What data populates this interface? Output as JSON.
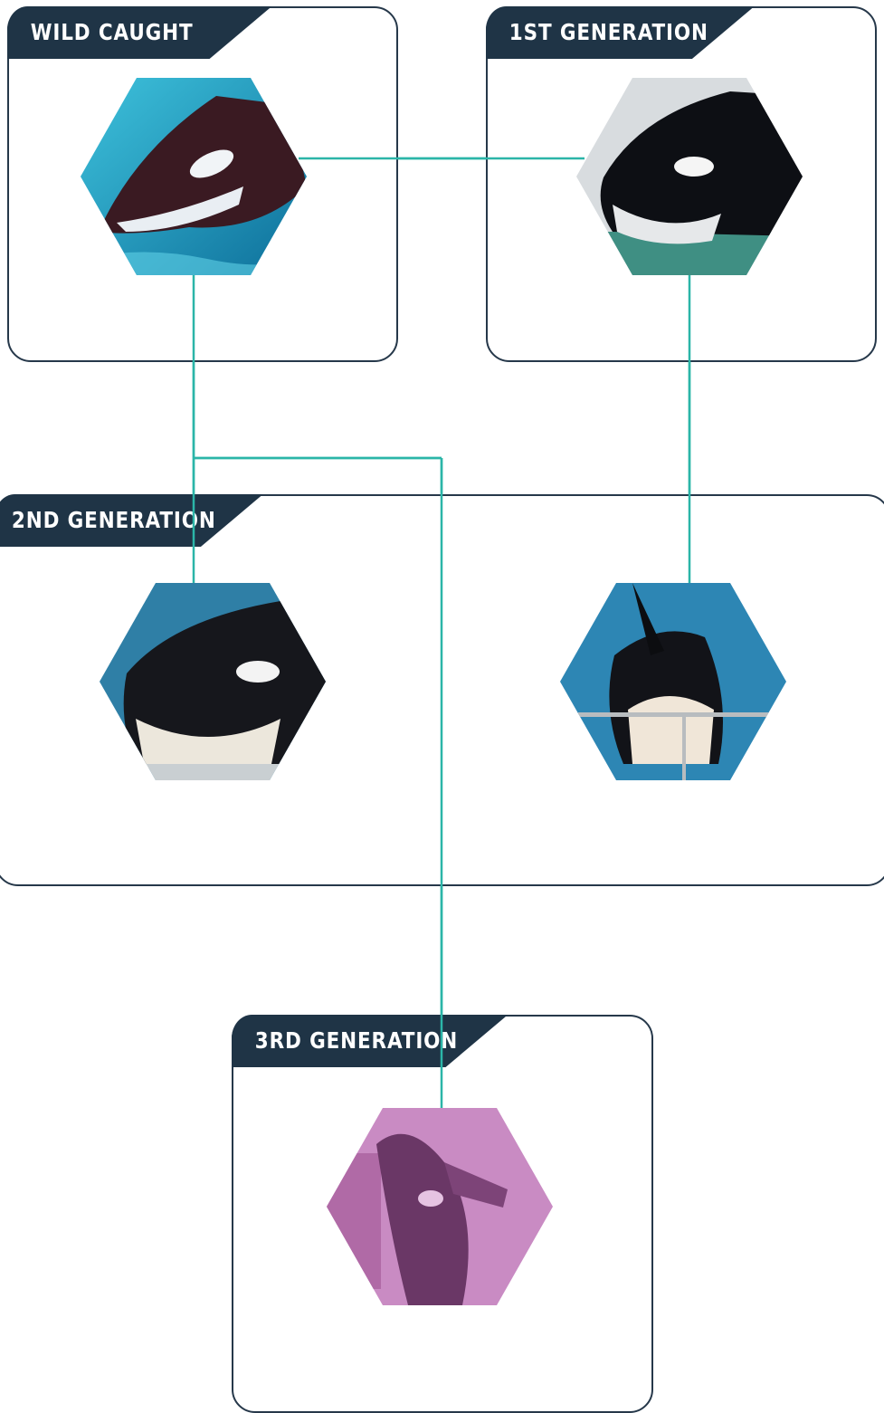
{
  "generations": {
    "wild": {
      "label": "WILD CAUGHT"
    },
    "first": {
      "label": "1ST GENERATION"
    },
    "second": {
      "label": "2ND GENERATION"
    },
    "third": {
      "label": "3RD GENERATION"
    }
  },
  "colors": {
    "connector": "#2bb5a8",
    "card_border": "#26384a",
    "tag_bg": "#1f3446"
  },
  "photos": [
    {
      "id": "wild",
      "icon": "orca-photo"
    },
    {
      "id": "first",
      "icon": "orca-photo"
    },
    {
      "id": "second-a",
      "icon": "orca-photo"
    },
    {
      "id": "second-b",
      "icon": "orca-photo"
    },
    {
      "id": "third",
      "icon": "orca-photo"
    }
  ]
}
